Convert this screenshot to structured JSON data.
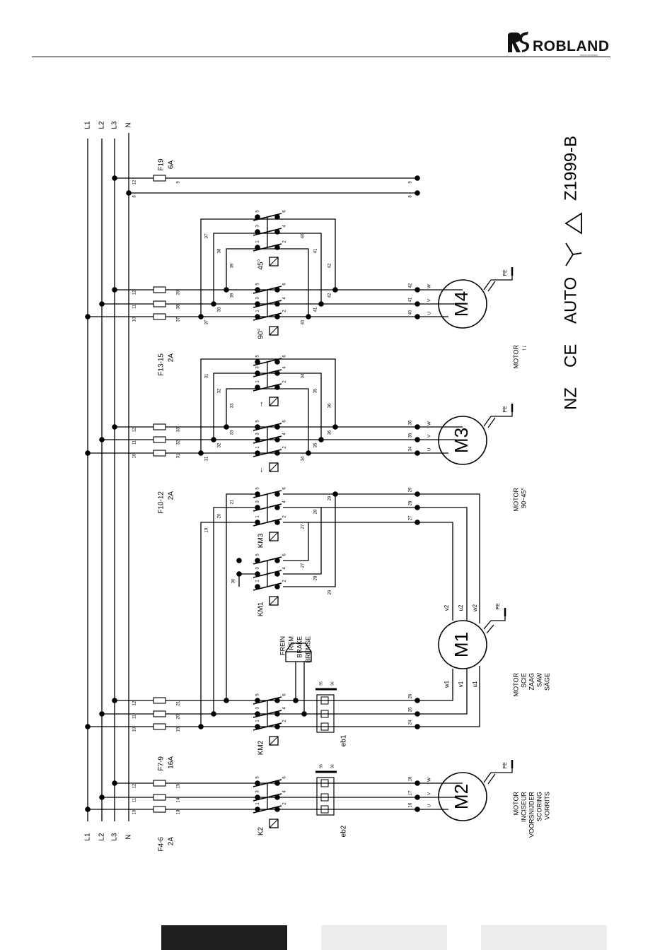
{
  "header": {
    "brand": "ROBLAND",
    "brand_tagline": "WOOD WORKING"
  },
  "diagram": {
    "title": "NZ CE AUTO ⅄ △ Z1999-B",
    "title_parts": [
      "NZ",
      "CE",
      "AUTO",
      "Z1999-B"
    ],
    "supply": [
      "L1",
      "L2",
      "L3",
      "N"
    ],
    "fuses": [
      {
        "id": "F4-6",
        "rating": "2A",
        "wires": [
          "13",
          "14",
          "15"
        ]
      },
      {
        "id": "F7-9",
        "rating": "16A",
        "wires": [
          "19",
          "20",
          "21"
        ]
      },
      {
        "id": "F10-12",
        "rating": "2A",
        "wires": [
          "31",
          "32",
          "33"
        ]
      },
      {
        "id": "F13-15",
        "rating": "2A",
        "wires": [
          "37",
          "38",
          "39"
        ]
      },
      {
        "id": "F19",
        "rating": "6A",
        "wires": [
          "9"
        ]
      }
    ],
    "contactors": [
      "K2",
      "KM2",
      "KM1",
      "KM3"
    ],
    "overloads": [
      "eb2",
      "eb1"
    ],
    "overload_contacts": [
      "95",
      "96"
    ],
    "contact_numbers": [
      "1",
      "2",
      "3",
      "4",
      "5",
      "6"
    ],
    "line_numbers": [
      "10",
      "11",
      "12"
    ],
    "motors": [
      {
        "id": "M2",
        "labels": [
          "MOTOR",
          "INCISEUR",
          "VOORSNIJDER",
          "SCORING",
          "VORRITS"
        ],
        "terminals": [
          "16",
          "17",
          "18"
        ]
      },
      {
        "id": "M1",
        "labels": [
          "MOTOR",
          "SCIE",
          "ZAAG",
          "SAW",
          "SÄGE"
        ],
        "terminals": [
          "24",
          "25",
          "26",
          "27",
          "28",
          "29"
        ],
        "windings": [
          "w1",
          "v1",
          "u1",
          "v2",
          "u2",
          "w2"
        ]
      },
      {
        "id": "M3",
        "labels": [
          "MOTOR",
          "90−45°"
        ],
        "terminals": [
          "34",
          "35",
          "36"
        ]
      },
      {
        "id": "M4",
        "labels": [
          "MOTOR",
          "↑↓"
        ],
        "terminals": [
          "40",
          "41",
          "42"
        ]
      }
    ],
    "brake_labels": [
      "FREIN",
      "REM",
      "BRAKE",
      "BREMSE"
    ],
    "limit_labels": [
      "90°",
      "45°",
      "←",
      "→"
    ],
    "phase_letters": [
      "U",
      "V",
      "W"
    ],
    "earth": "PE",
    "transformer_wires": [
      "8",
      "9",
      "12"
    ],
    "internal_wires": [
      "27",
      "28",
      "29",
      "30"
    ],
    "m3_ctrl_wires": [
      "31",
      "32",
      "33",
      "34",
      "35",
      "36"
    ],
    "m4_ctrl_wires": [
      "37",
      "38",
      "39",
      "40",
      "41",
      "42"
    ]
  },
  "footer": {
    "tabs": [
      "",
      "",
      ""
    ]
  },
  "colors": {
    "ink": "#000000",
    "tab_active": "#1e1e1e",
    "tab_inactive": "#ececec"
  }
}
